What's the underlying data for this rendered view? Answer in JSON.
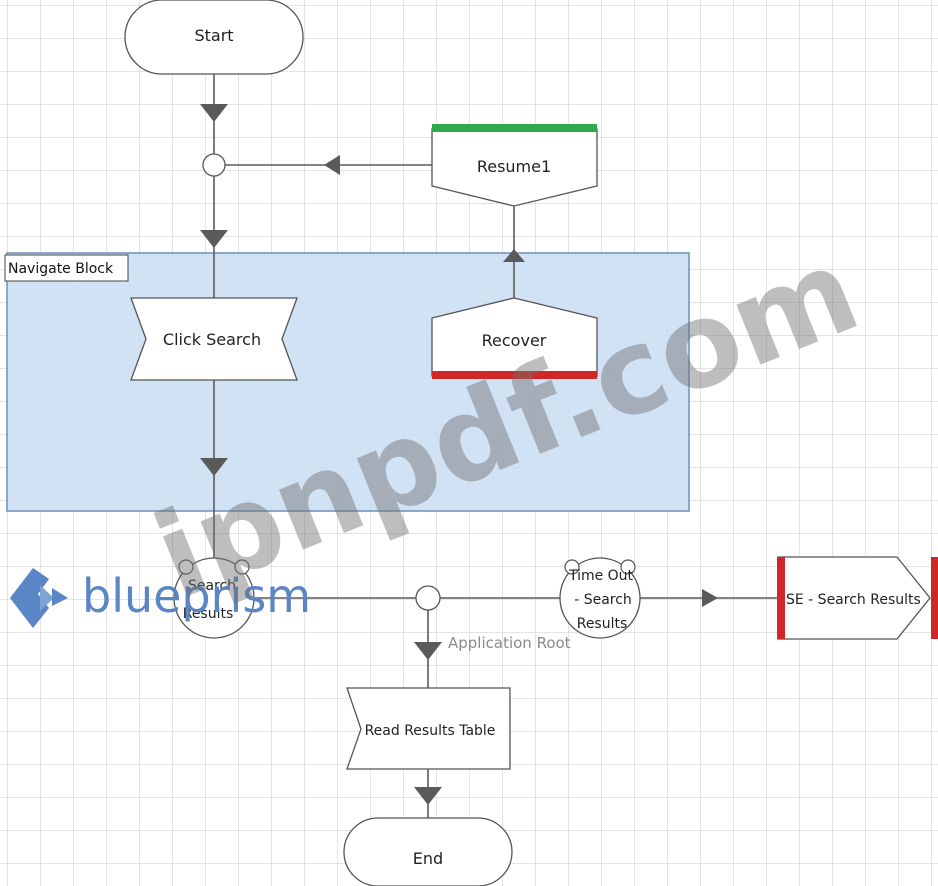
{
  "diagram": {
    "block_label": "Navigate Block",
    "stages": {
      "start": "Start",
      "resume": "Resume1",
      "click_search": "Click Search",
      "recover": "Recover",
      "wait_search_results": [
        "Search",
        "Results"
      ],
      "timeout_search_results": [
        "Time Out",
        "- Search",
        "Results"
      ],
      "exception_search_results": "SE - Search Results",
      "read_results_table": "Read Results Table",
      "end": "End"
    },
    "connector_label": "Application Root"
  },
  "overlay": {
    "brand_text": "blueprism",
    "watermark_text": "ipnpdf.com"
  },
  "colors": {
    "grid": "#c8c8c8",
    "block_fill": "#c9ddf3",
    "block_border": "#6e8fb8",
    "resume_bar": "#2fa84f",
    "recover_bar": "#d02727",
    "exception_bar": "#d02727",
    "brand": "#5b86c5",
    "line": "#5a5a5a"
  }
}
